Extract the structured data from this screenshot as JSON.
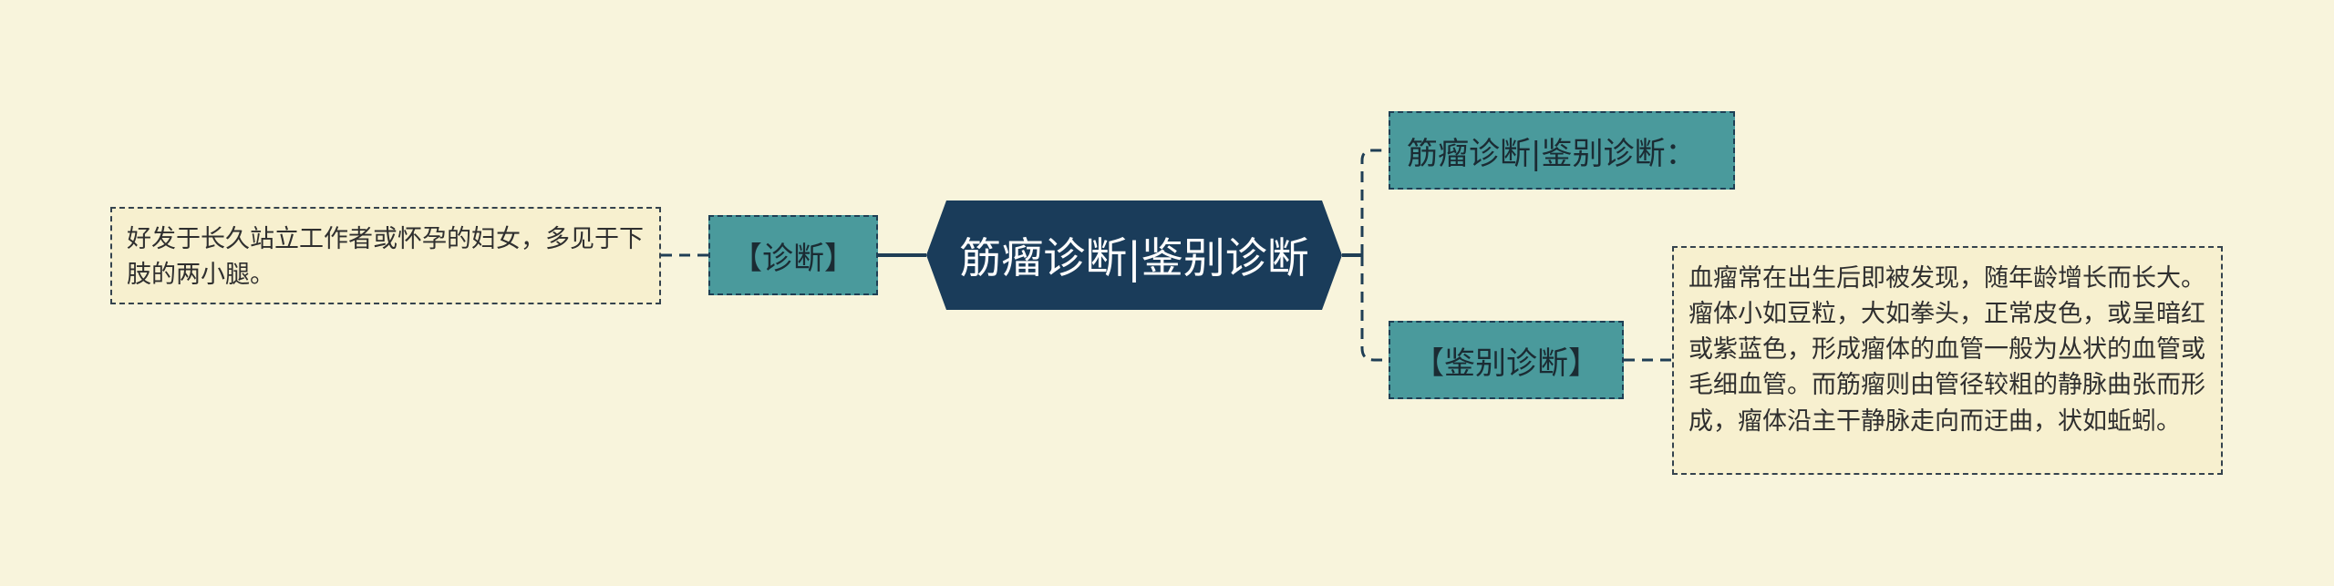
{
  "mindmap": {
    "center_title": "筋瘤诊断|鉴别诊断",
    "left_branch_label": "【诊断】",
    "left_branch_note": "好发于长久站立工作者或怀孕的妇女，多见于下肢的两小腿。",
    "right_top_label": "筋瘤诊断|鉴别诊断：",
    "right_bottom_label": "【鉴别诊断】",
    "right_bottom_note": "血瘤常在出生后即被发现，随年龄增长而长大。瘤体小如豆粒，大如拳头，正常皮色，或呈暗红或紫蓝色，形成瘤体的血管一般为丛状的血管或毛细血管。而筋瘤则由管径较粗的静脉曲张而形成，瘤体沿主干静脉走向而迂曲，状如蚯蚓。"
  },
  "colors": {
    "background": "#f8f4dc",
    "center_fill": "#1a3c5a",
    "branch_fill": "#4a9a9c",
    "note_fill": "#f7f0cf",
    "connector": "#1f3e55"
  }
}
